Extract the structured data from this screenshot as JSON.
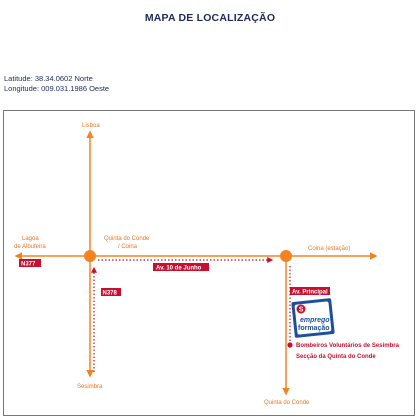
{
  "title": "MAPA DE LOCALIZAÇÃO",
  "coordinates": {
    "latitude": "Latitude: 38.34.0602 Norte",
    "longitude": "Longitude: 009.031.1986 Oeste"
  },
  "map": {
    "places": {
      "lisboa": "Lisboa",
      "lagoa_line1": "Lagoa",
      "lagoa_line2": "de Albufeira",
      "quinta_coina_line1": "Quinta do Conde",
      "quinta_coina_line2": "/ Coina",
      "coina_estacao": "Coina (estação)",
      "sesimbra": "Sesimbra",
      "quinta_do_conde_bottom": "Quinta do Conde"
    },
    "roads": {
      "n377": "N377",
      "n378": "N378",
      "av_10_junho": "Av. 10 de Junho",
      "av_principal": "Av. Principal"
    },
    "destination": {
      "line1": "Bombeiros Voluntários de Sesimbra",
      "line2": "Secção da Quinta do Conde"
    },
    "logo": {
      "badge": "S",
      "word1": "emprego",
      "word2": "formação"
    },
    "colors": {
      "road": "#f58220",
      "tag_red": "#c8102e",
      "text_navy": "#1f2a5c",
      "logo_blue": "#1d4f9c"
    }
  }
}
